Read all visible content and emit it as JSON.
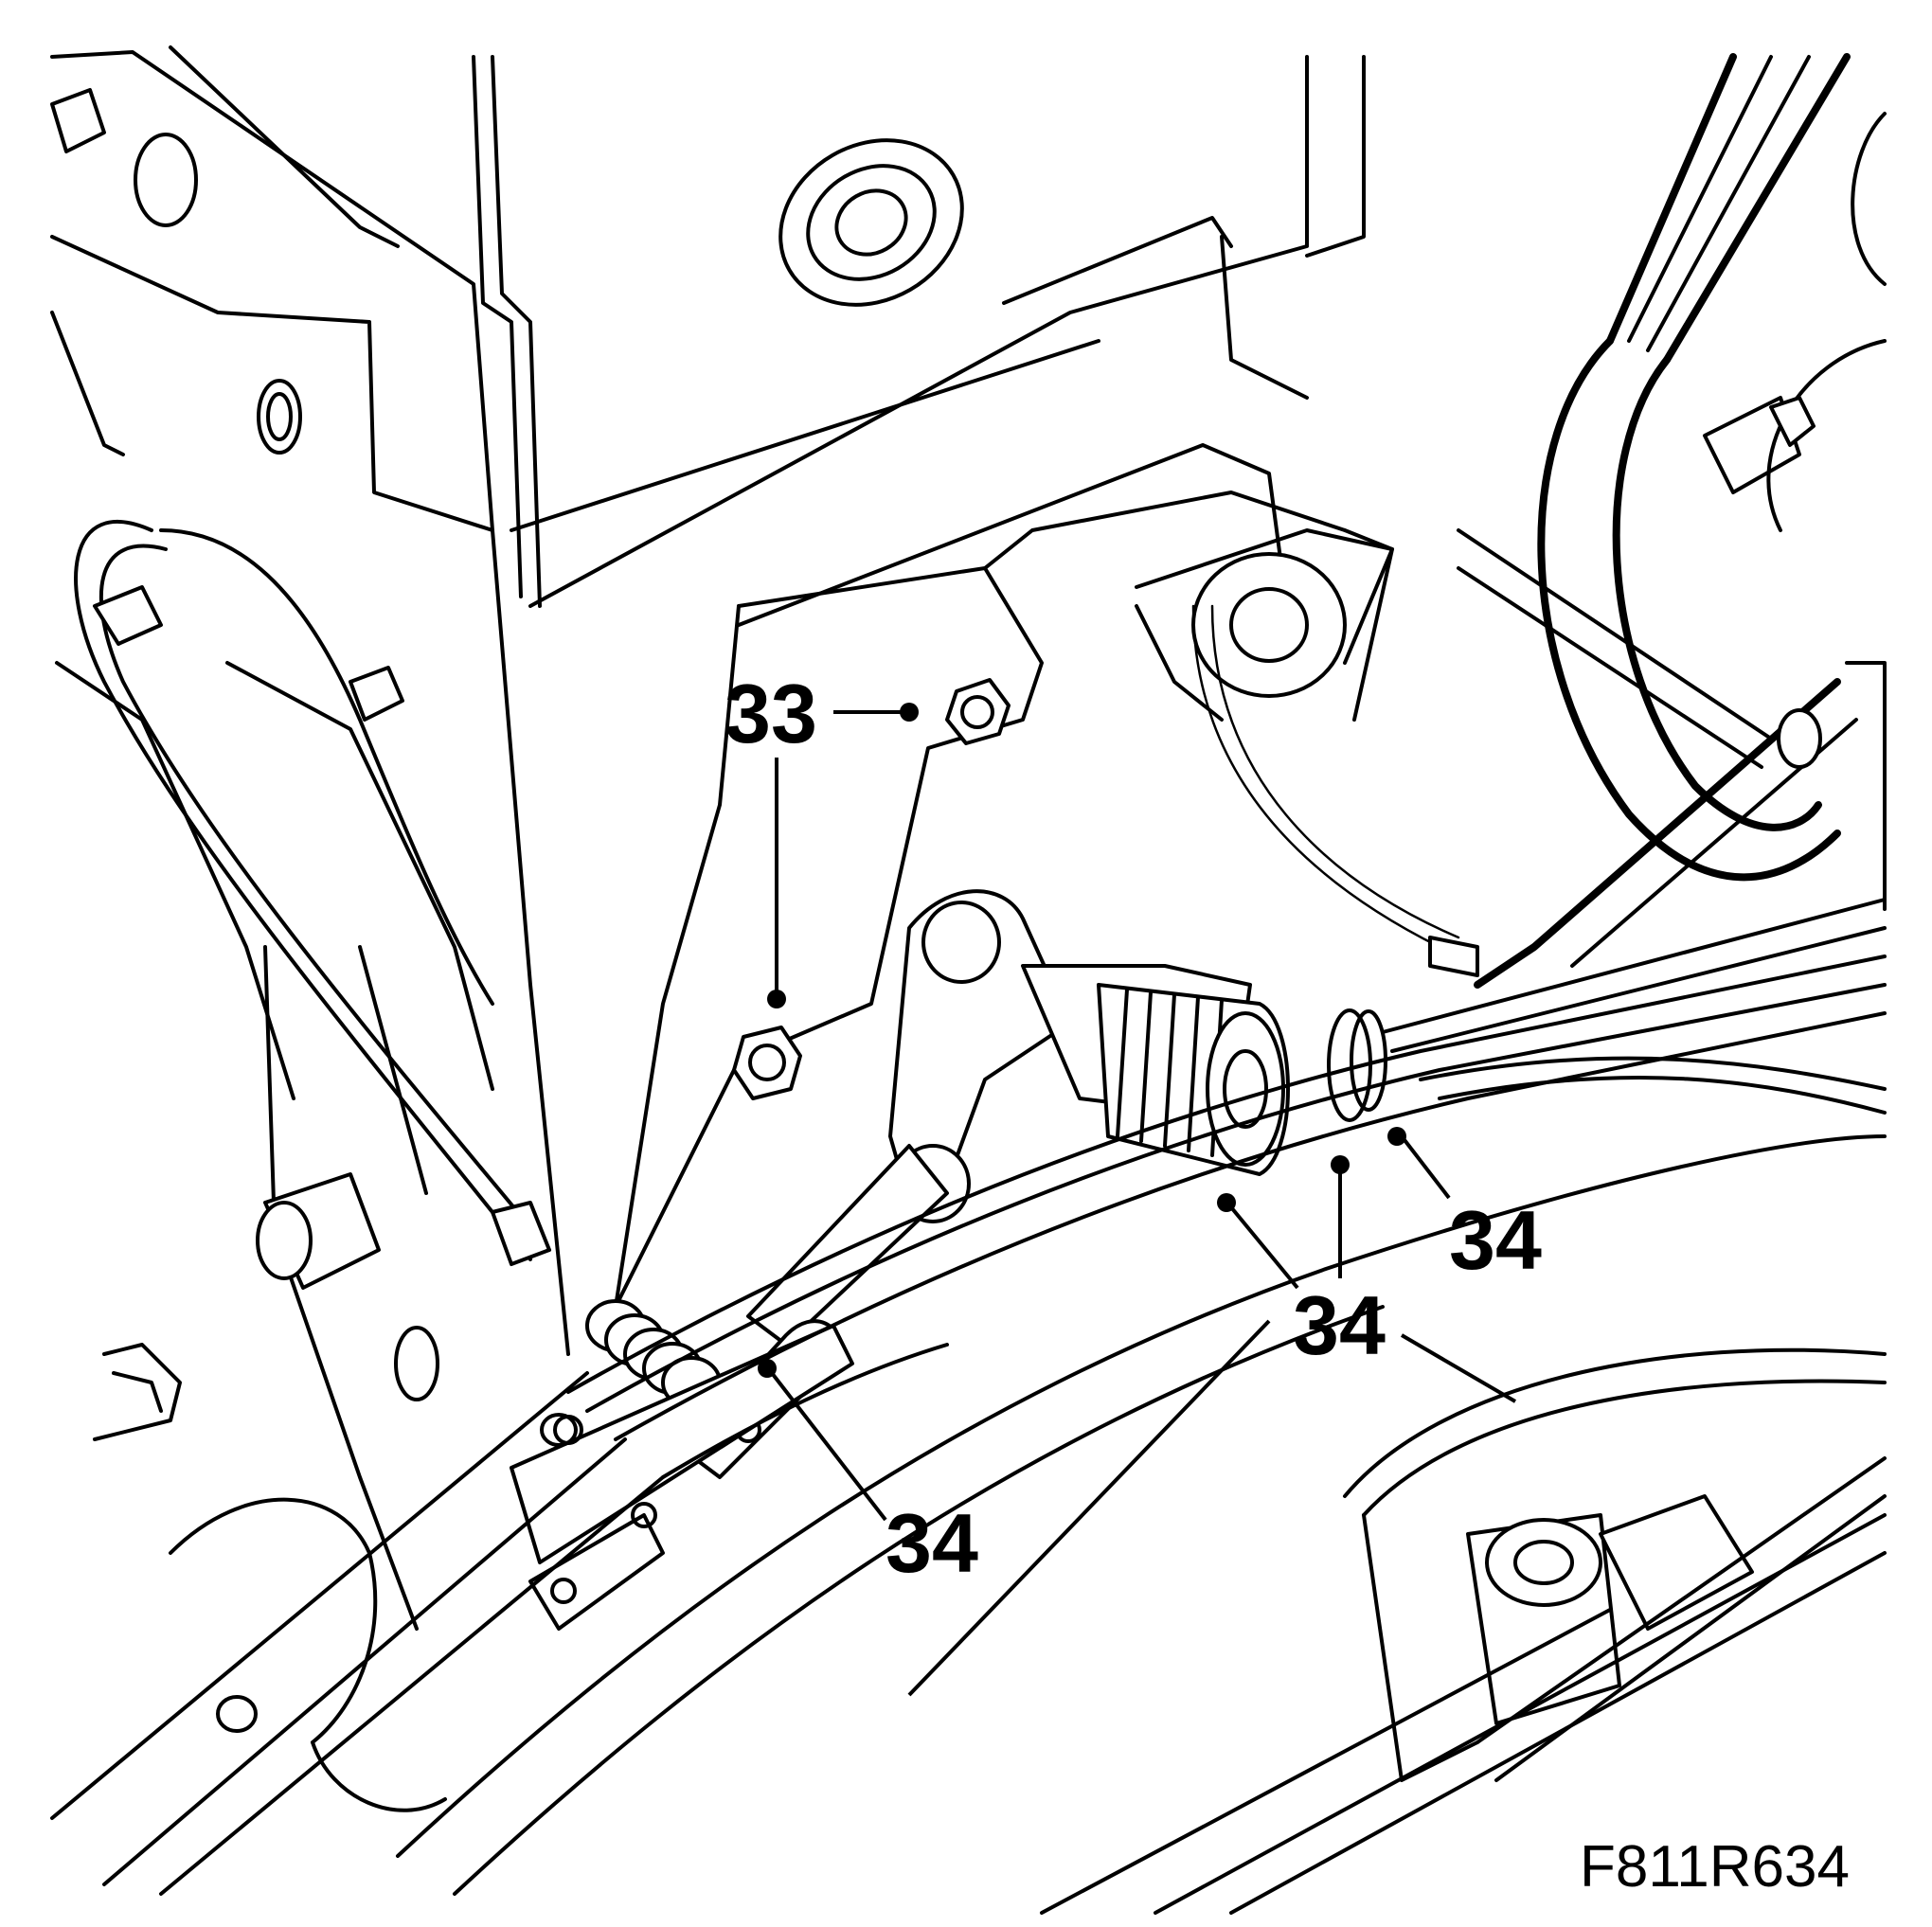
{
  "figure": {
    "code": "F811R634"
  },
  "callouts": [
    {
      "id": "c33",
      "label": "33"
    },
    {
      "id": "c34a",
      "label": "34"
    },
    {
      "id": "c34b",
      "label": "34"
    },
    {
      "id": "c34c",
      "label": "34"
    }
  ]
}
